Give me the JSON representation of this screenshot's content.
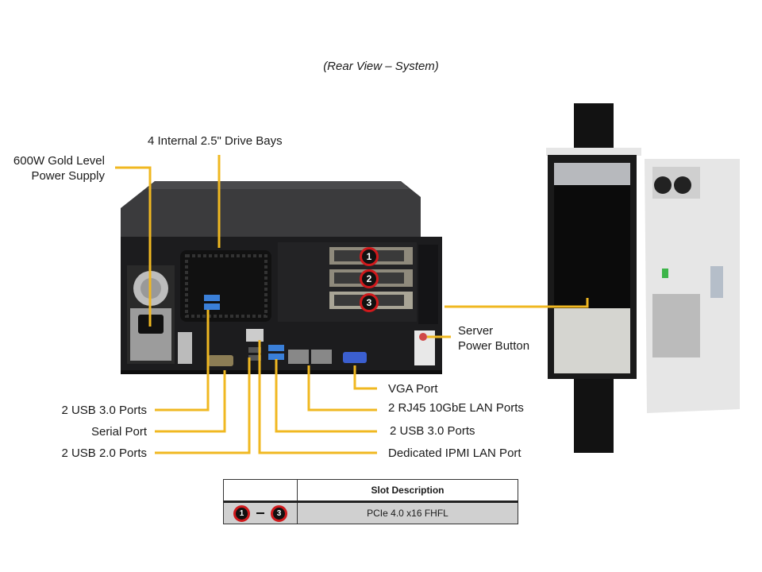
{
  "caption": "(Rear View – System)",
  "callouts": {
    "power_supply": [
      "600W Gold Level",
      "Power Supply"
    ],
    "drive_bays": "4 Internal  2.5\" Drive Bays",
    "power_button": [
      "Server",
      "Power Button"
    ],
    "usb30_left": "2 USB 3.0 Ports",
    "serial": "Serial Port",
    "usb20": "2 USB 2.0 Ports",
    "vga": "VGA Port",
    "lan10g": "2 RJ45 10GbE LAN Ports",
    "usb30_right": "2 USB 3.0 Ports",
    "ipmi": "Dedicated IPMI  LAN Port"
  },
  "slots": {
    "markers": [
      "1",
      "2",
      "3"
    ],
    "table": {
      "header": [
        "",
        "Slot Description"
      ],
      "rows": [
        {
          "range_start": "1",
          "range_end": "3",
          "description": "PCIe 4.0 x16 FHFL"
        }
      ]
    }
  },
  "colors": {
    "leader_line": "#f0b821",
    "slot_ring": "#d0191c"
  }
}
